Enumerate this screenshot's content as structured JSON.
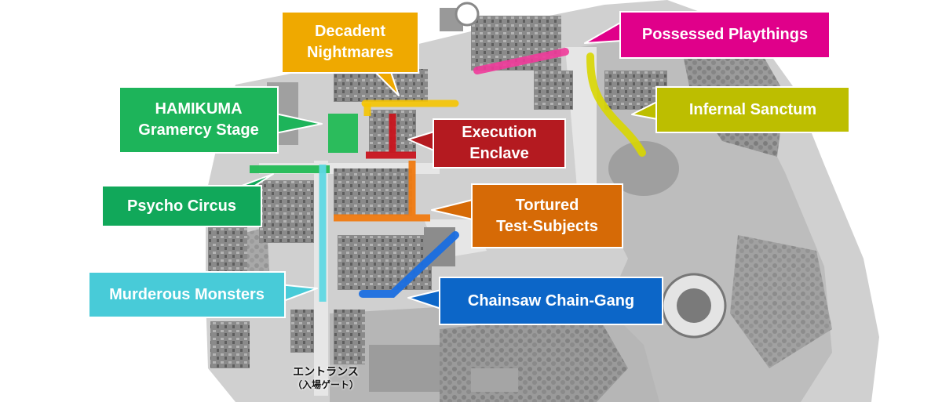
{
  "zones": [
    {
      "id": "decadent-nightmares",
      "lines": [
        "Decadent",
        "Nightmares"
      ],
      "color": "#efa900"
    },
    {
      "id": "possessed-playthings",
      "lines": [
        "Possessed Playthings"
      ],
      "color": "#e0008a"
    },
    {
      "id": "hamikuma-gramercy-stage",
      "lines": [
        "HAMIKUMA",
        "Gramercy Stage"
      ],
      "color": "#1db45a"
    },
    {
      "id": "infernal-sanctum",
      "lines": [
        "Infernal Sanctum"
      ],
      "color": "#bdbe00"
    },
    {
      "id": "execution-enclave",
      "lines": [
        "Execution",
        "Enclave"
      ],
      "color": "#b41a20"
    },
    {
      "id": "psycho-circus",
      "lines": [
        "Psycho Circus"
      ],
      "color": "#11a85a"
    },
    {
      "id": "tortured-test-subjects",
      "lines": [
        "Tortured",
        "Test-Subjects"
      ],
      "color": "#d66a06"
    },
    {
      "id": "murderous-monsters",
      "lines": [
        "Murderous Monsters"
      ],
      "color": "#48cbd8"
    },
    {
      "id": "chainsaw-chain-gang",
      "lines": [
        "Chainsaw Chain-Gang"
      ],
      "color": "#0c66c8"
    }
  ],
  "entrance": {
    "line1": "エントランス",
    "line2": "（入場ゲート）"
  }
}
